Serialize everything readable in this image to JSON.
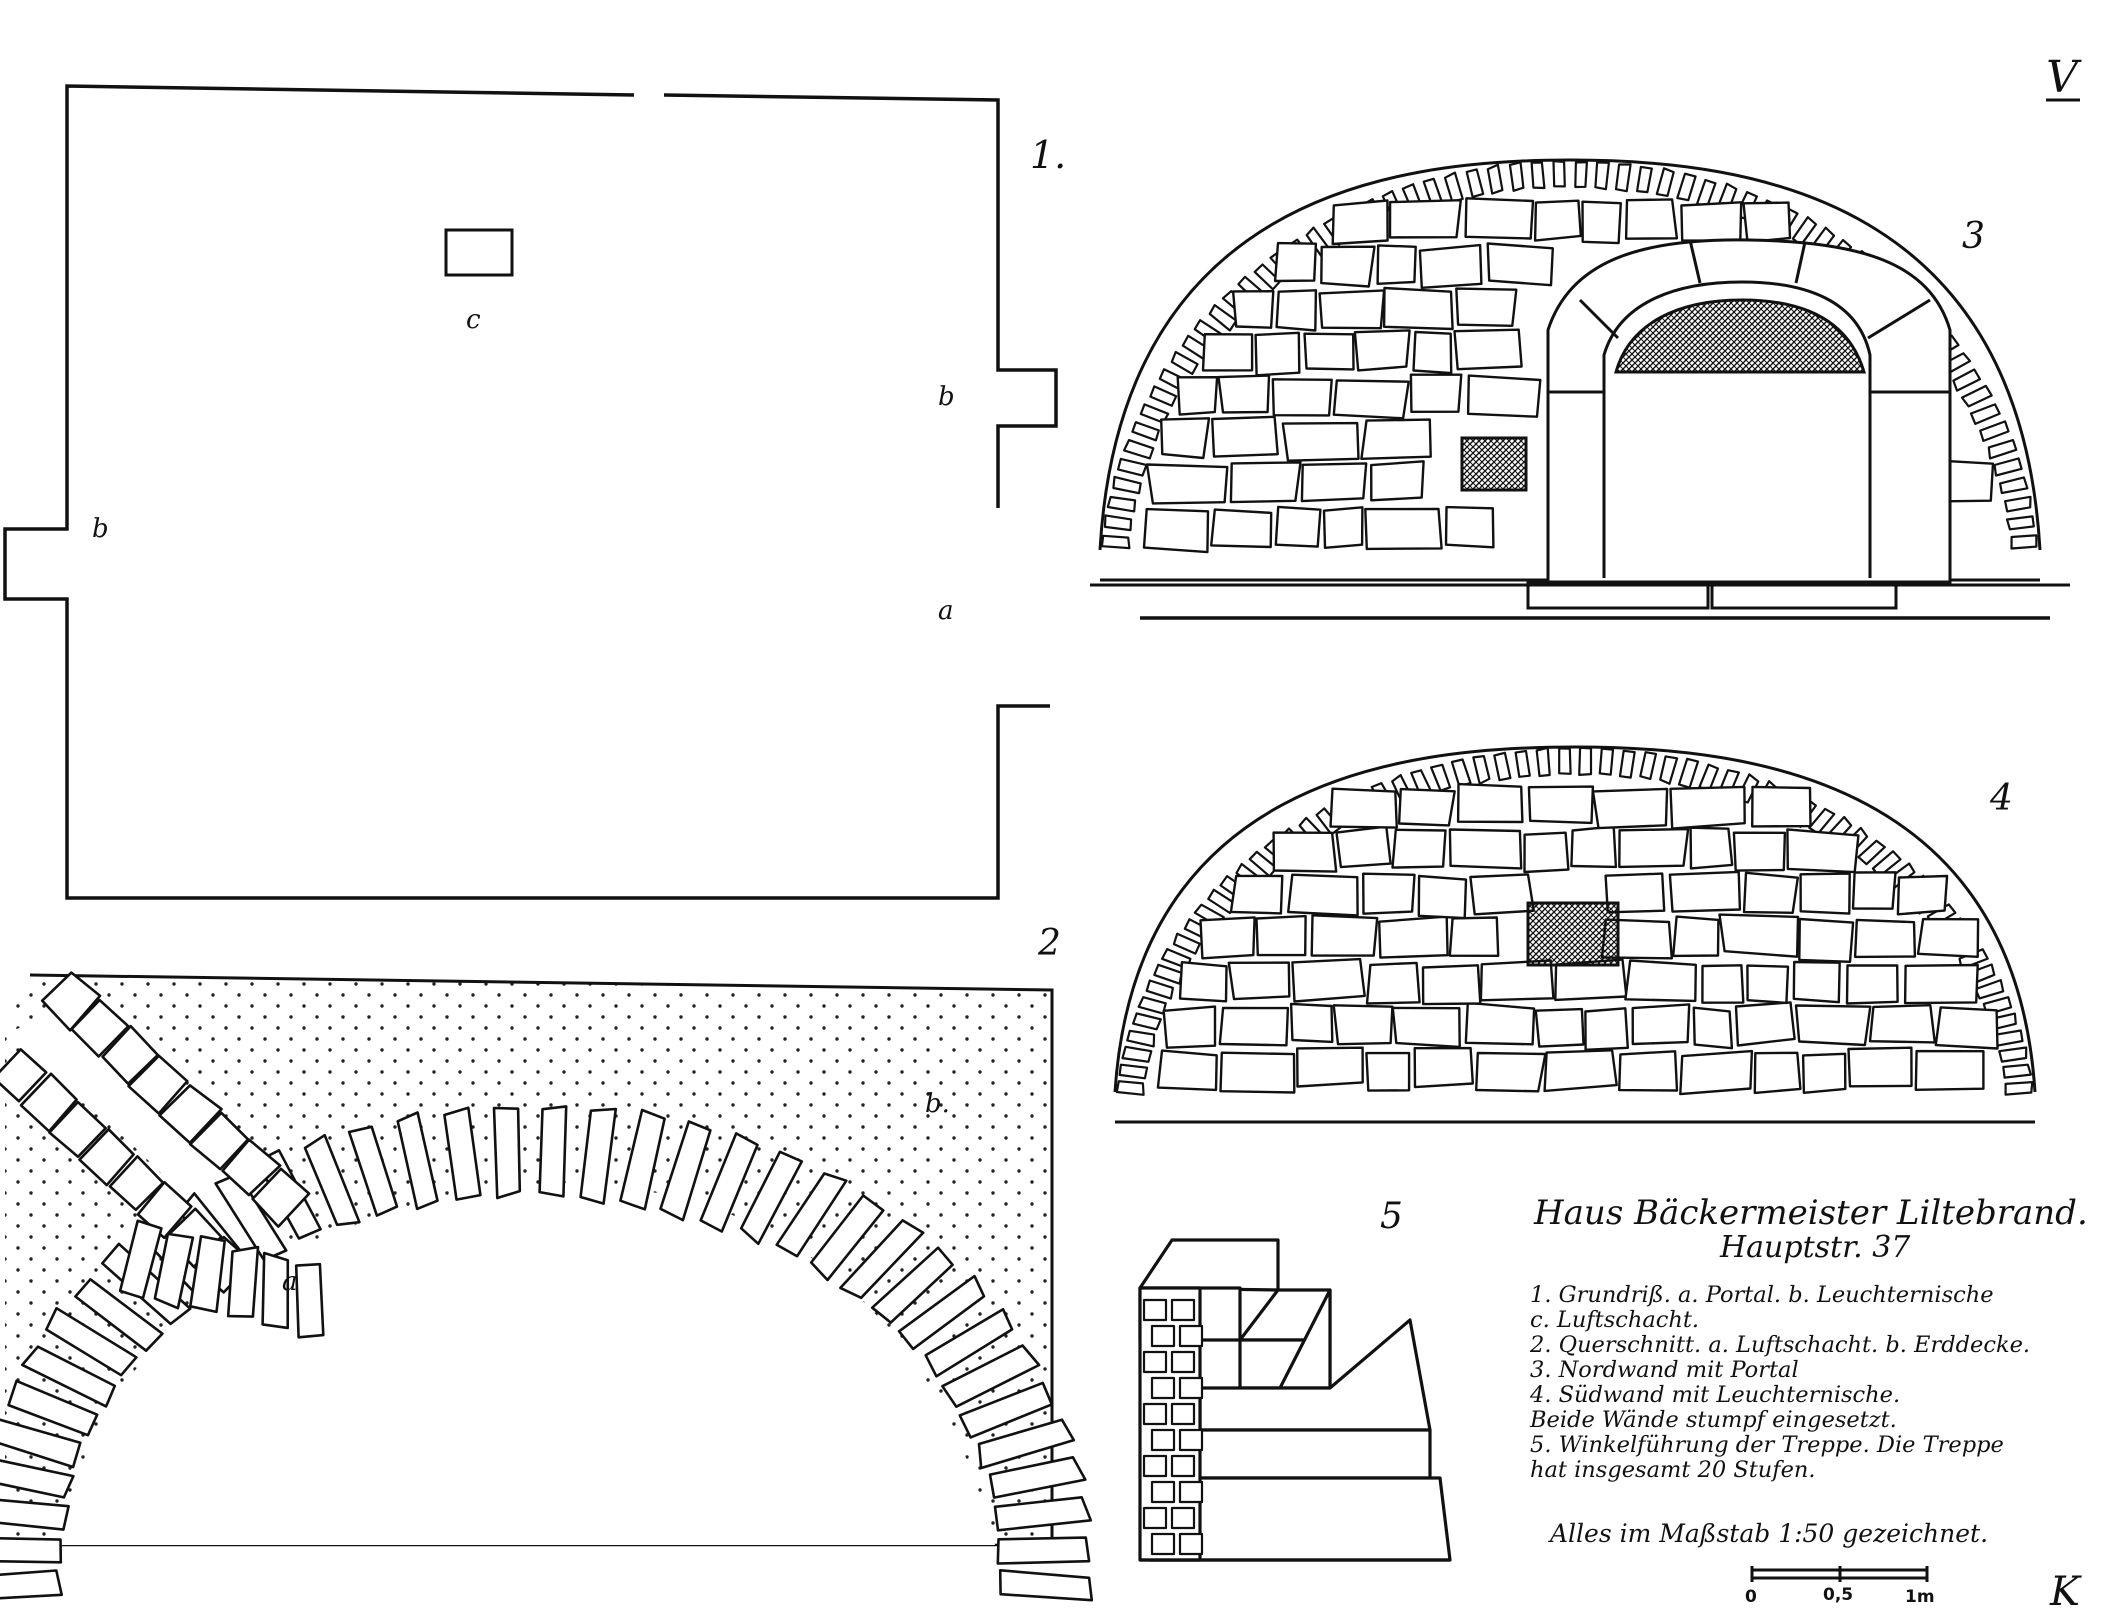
{
  "sheet_number": "V",
  "figure_numbers": [
    "1.",
    "2",
    "3",
    "4",
    "5"
  ],
  "plan_labels": {
    "portal": "a",
    "niche_left": "b",
    "niche_right": "b",
    "shaft": "c"
  },
  "section_labels": {
    "shaft": "a",
    "earth_cover": "b."
  },
  "title": "Haus Bäckermeister Liltebrand.",
  "subtitle": "Hauptstr. 37",
  "legend": [
    "1. Grundriß. a. Portal. b. Leuchternische",
    "    c. Luftschacht.",
    "2. Querschnitt. a. Luftschacht. b. Erddecke.",
    "3. Nordwand mit Portal",
    "4. Südwand mit Leuchternische.",
    "    Beide Wände stumpf eingesetzt.",
    "5. Winkelführung der Treppe. Die Treppe",
    "    hat insgesamt 20 Stufen."
  ],
  "scale_note": "Alles im Maßstab 1:50 gezeichnet.",
  "scale_bar": {
    "labels": [
      "0",
      "0,5",
      "1m"
    ]
  },
  "initials": "K"
}
